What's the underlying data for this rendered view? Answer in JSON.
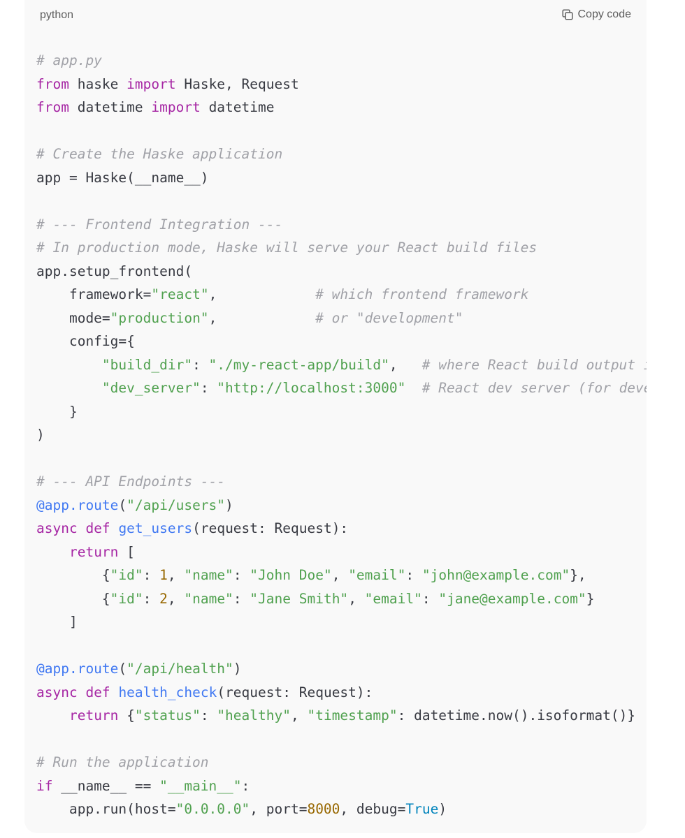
{
  "header": {
    "language": "python",
    "copy_label": "Copy code"
  },
  "code": {
    "lines": [
      [
        {
          "t": "cm",
          "v": "# app.py"
        }
      ],
      [
        {
          "t": "kw",
          "v": "from"
        },
        {
          "t": "tx",
          "v": " haske "
        },
        {
          "t": "kw",
          "v": "import"
        },
        {
          "t": "tx",
          "v": " Haske, Request"
        }
      ],
      [
        {
          "t": "kw",
          "v": "from"
        },
        {
          "t": "tx",
          "v": " datetime "
        },
        {
          "t": "kw",
          "v": "import"
        },
        {
          "t": "tx",
          "v": " datetime"
        }
      ],
      [],
      [
        {
          "t": "cm",
          "v": "# Create the Haske application"
        }
      ],
      [
        {
          "t": "tx",
          "v": "app = Haske(__name__)"
        }
      ],
      [],
      [
        {
          "t": "cm",
          "v": "# --- Frontend Integration ---"
        }
      ],
      [
        {
          "t": "cm",
          "v": "# In production mode, Haske will serve your React build files"
        }
      ],
      [
        {
          "t": "tx",
          "v": "app.setup_frontend("
        }
      ],
      [
        {
          "t": "tx",
          "v": "    framework="
        },
        {
          "t": "st",
          "v": "\"react\""
        },
        {
          "t": "tx",
          "v": ",            "
        },
        {
          "t": "cm",
          "v": "# which frontend framework"
        }
      ],
      [
        {
          "t": "tx",
          "v": "    mode="
        },
        {
          "t": "st",
          "v": "\"production\""
        },
        {
          "t": "tx",
          "v": ",            "
        },
        {
          "t": "cm",
          "v": "# or \"development\""
        }
      ],
      [
        {
          "t": "tx",
          "v": "    config={"
        }
      ],
      [
        {
          "t": "tx",
          "v": "        "
        },
        {
          "t": "st",
          "v": "\"build_dir\""
        },
        {
          "t": "tx",
          "v": ": "
        },
        {
          "t": "st",
          "v": "\"./my-react-app/build\""
        },
        {
          "t": "tx",
          "v": ",   "
        },
        {
          "t": "cm",
          "v": "# where React build output i"
        }
      ],
      [
        {
          "t": "tx",
          "v": "        "
        },
        {
          "t": "st",
          "v": "\"dev_server\""
        },
        {
          "t": "tx",
          "v": ": "
        },
        {
          "t": "st",
          "v": "\"http://localhost:3000\""
        },
        {
          "t": "tx",
          "v": "  "
        },
        {
          "t": "cm",
          "v": "# React dev server (for deve"
        }
      ],
      [
        {
          "t": "tx",
          "v": "    }"
        }
      ],
      [
        {
          "t": "tx",
          "v": ")"
        }
      ],
      [],
      [
        {
          "t": "cm",
          "v": "# --- API Endpoints ---"
        }
      ],
      [
        {
          "t": "dc",
          "v": "@app.route"
        },
        {
          "t": "tx",
          "v": "("
        },
        {
          "t": "st",
          "v": "\"/api/users\""
        },
        {
          "t": "tx",
          "v": ")"
        }
      ],
      [
        {
          "t": "kw",
          "v": "async"
        },
        {
          "t": "tx",
          "v": " "
        },
        {
          "t": "kw",
          "v": "def"
        },
        {
          "t": "tx",
          "v": " "
        },
        {
          "t": "fn",
          "v": "get_users"
        },
        {
          "t": "tx",
          "v": "(request: Request):"
        }
      ],
      [
        {
          "t": "tx",
          "v": "    "
        },
        {
          "t": "kw",
          "v": "return"
        },
        {
          "t": "tx",
          "v": " ["
        }
      ],
      [
        {
          "t": "tx",
          "v": "        {"
        },
        {
          "t": "st",
          "v": "\"id\""
        },
        {
          "t": "tx",
          "v": ": "
        },
        {
          "t": "nm",
          "v": "1"
        },
        {
          "t": "tx",
          "v": ", "
        },
        {
          "t": "st",
          "v": "\"name\""
        },
        {
          "t": "tx",
          "v": ": "
        },
        {
          "t": "st",
          "v": "\"John Doe\""
        },
        {
          "t": "tx",
          "v": ", "
        },
        {
          "t": "st",
          "v": "\"email\""
        },
        {
          "t": "tx",
          "v": ": "
        },
        {
          "t": "st",
          "v": "\"john@example.com\""
        },
        {
          "t": "tx",
          "v": "},"
        }
      ],
      [
        {
          "t": "tx",
          "v": "        {"
        },
        {
          "t": "st",
          "v": "\"id\""
        },
        {
          "t": "tx",
          "v": ": "
        },
        {
          "t": "nm",
          "v": "2"
        },
        {
          "t": "tx",
          "v": ", "
        },
        {
          "t": "st",
          "v": "\"name\""
        },
        {
          "t": "tx",
          "v": ": "
        },
        {
          "t": "st",
          "v": "\"Jane Smith\""
        },
        {
          "t": "tx",
          "v": ", "
        },
        {
          "t": "st",
          "v": "\"email\""
        },
        {
          "t": "tx",
          "v": ": "
        },
        {
          "t": "st",
          "v": "\"jane@example.com\""
        },
        {
          "t": "tx",
          "v": "}"
        }
      ],
      [
        {
          "t": "tx",
          "v": "    ]"
        }
      ],
      [],
      [
        {
          "t": "dc",
          "v": "@app.route"
        },
        {
          "t": "tx",
          "v": "("
        },
        {
          "t": "st",
          "v": "\"/api/health\""
        },
        {
          "t": "tx",
          "v": ")"
        }
      ],
      [
        {
          "t": "kw",
          "v": "async"
        },
        {
          "t": "tx",
          "v": " "
        },
        {
          "t": "kw",
          "v": "def"
        },
        {
          "t": "tx",
          "v": " "
        },
        {
          "t": "fn",
          "v": "health_check"
        },
        {
          "t": "tx",
          "v": "(request: Request):"
        }
      ],
      [
        {
          "t": "tx",
          "v": "    "
        },
        {
          "t": "kw",
          "v": "return"
        },
        {
          "t": "tx",
          "v": " {"
        },
        {
          "t": "st",
          "v": "\"status\""
        },
        {
          "t": "tx",
          "v": ": "
        },
        {
          "t": "st",
          "v": "\"healthy\""
        },
        {
          "t": "tx",
          "v": ", "
        },
        {
          "t": "st",
          "v": "\"timestamp\""
        },
        {
          "t": "tx",
          "v": ": datetime.now().isoformat()}"
        }
      ],
      [],
      [
        {
          "t": "cm",
          "v": "# Run the application"
        }
      ],
      [
        {
          "t": "kw",
          "v": "if"
        },
        {
          "t": "tx",
          "v": " __name__ == "
        },
        {
          "t": "st",
          "v": "\"__main__\""
        },
        {
          "t": "tx",
          "v": ":"
        }
      ],
      [
        {
          "t": "tx",
          "v": "    app.run(host="
        },
        {
          "t": "st",
          "v": "\"0.0.0.0\""
        },
        {
          "t": "tx",
          "v": ", port="
        },
        {
          "t": "nm",
          "v": "8000"
        },
        {
          "t": "tx",
          "v": ", debug="
        },
        {
          "t": "bi",
          "v": "True"
        },
        {
          "t": "tx",
          "v": ")"
        }
      ]
    ]
  },
  "colors": {
    "background": "#f9f9f9",
    "keyword": "#a626a4",
    "string": "#50a14f",
    "comment": "#a0a1a7",
    "number": "#986801",
    "function": "#4078f2",
    "builtin": "#0184bc",
    "text": "#383a42"
  }
}
